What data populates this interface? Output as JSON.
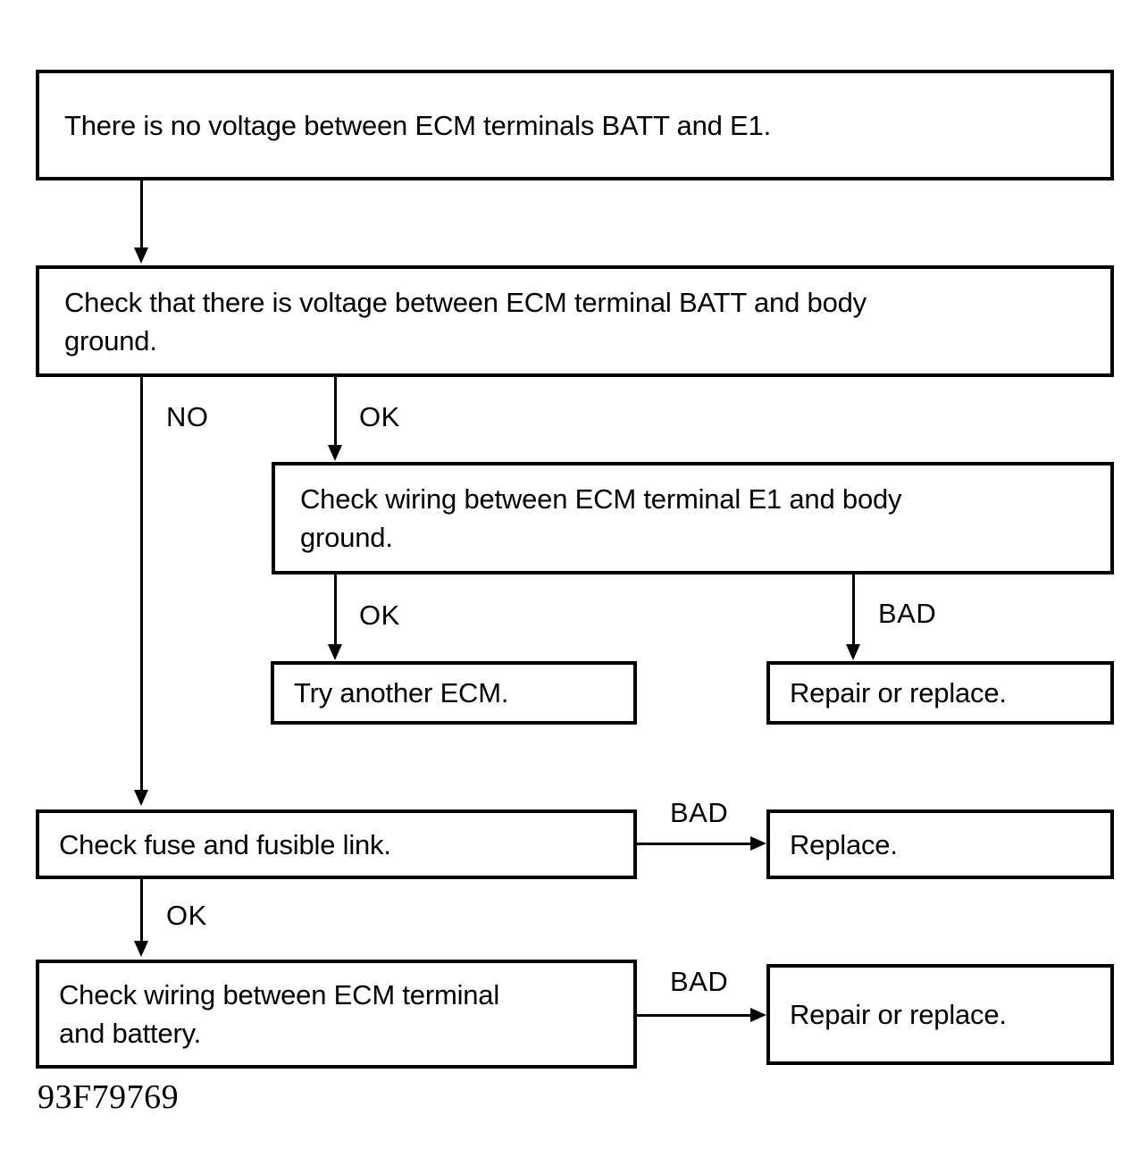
{
  "diagram": {
    "title": "ECM BATT / E1 no-voltage troubleshooting flowchart",
    "reference_number": "93F79769",
    "ink_color": "#000000",
    "background_color": "#ffffff",
    "nodes": [
      {
        "id": "symptom",
        "text": "There is no voltage between ECM terminals BATT and E1."
      },
      {
        "id": "check_batt",
        "text": "Check that there is voltage between ECM terminal BATT and body\nground."
      },
      {
        "id": "check_e1",
        "text": "Check wiring between ECM terminal E1 and body\nground."
      },
      {
        "id": "try_ecm",
        "text": "Try another ECM."
      },
      {
        "id": "repair_1",
        "text": "Repair or replace."
      },
      {
        "id": "check_fuse",
        "text": "Check fuse and fusible link."
      },
      {
        "id": "replace",
        "text": "Replace."
      },
      {
        "id": "check_wire",
        "text": "Check wiring between ECM terminal\nand battery."
      },
      {
        "id": "repair_2",
        "text": "Repair or replace."
      }
    ],
    "edges": [
      {
        "id": "e1",
        "from": "symptom",
        "to": "check_batt",
        "label": ""
      },
      {
        "id": "e2",
        "from": "check_batt",
        "to": "check_e1",
        "label": "OK"
      },
      {
        "id": "e3",
        "from": "check_batt",
        "to": "check_fuse",
        "label": "NO"
      },
      {
        "id": "e4",
        "from": "check_e1",
        "to": "try_ecm",
        "label": "OK"
      },
      {
        "id": "e5",
        "from": "check_e1",
        "to": "repair_1",
        "label": "BAD"
      },
      {
        "id": "e6",
        "from": "check_fuse",
        "to": "replace",
        "label": "BAD"
      },
      {
        "id": "e7",
        "from": "check_fuse",
        "to": "check_wire",
        "label": "OK"
      },
      {
        "id": "e8",
        "from": "check_wire",
        "to": "repair_2",
        "label": "BAD"
      }
    ],
    "labels": {
      "no": "NO",
      "ok_1": "OK",
      "ok_2": "OK",
      "ok_3": "OK",
      "bad_1": "BAD",
      "bad_2": "BAD",
      "bad_3": "BAD"
    }
  }
}
